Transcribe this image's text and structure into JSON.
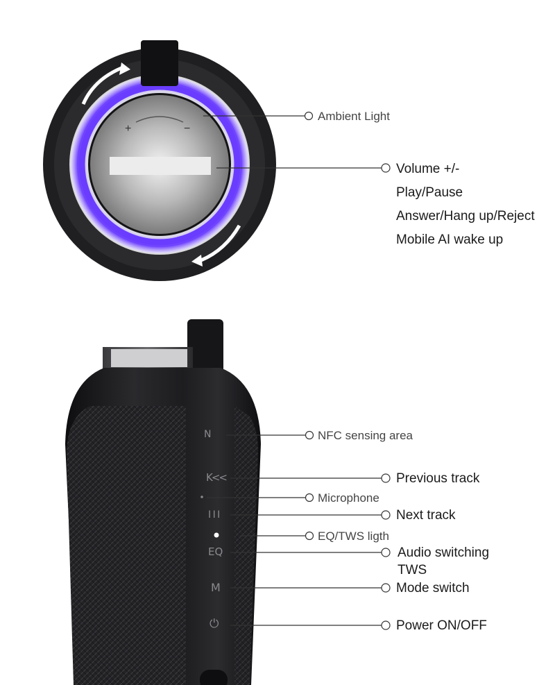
{
  "top_callouts": {
    "ambient_light": "Ambient Light",
    "volume": "Volume +/-",
    "play_pause": "Play/Pause",
    "answer": "Answer/Hang up/Reject",
    "mobile_ai": "Mobile AI wake up"
  },
  "dial_marks": {
    "plus": "+",
    "minus": "−"
  },
  "side_callouts": {
    "nfc": "NFC sensing area",
    "previous": "Previous track",
    "microphone": "Microphone",
    "next": "Next track",
    "eq_light": "EQ/TWS ligth",
    "audio_line1": "Audio switching",
    "audio_line2": "TWS",
    "mode": "Mode switch",
    "power": "Power ON/OFF"
  },
  "button_glyphs": {
    "nfc": "N",
    "previous": "K<<",
    "next": "I I I",
    "eq": "EQ",
    "mode": "M",
    "power": "⏻"
  },
  "colors": {
    "ring_glow": "#6a3cff",
    "body": "#1c1c1e",
    "line": "#333333"
  }
}
